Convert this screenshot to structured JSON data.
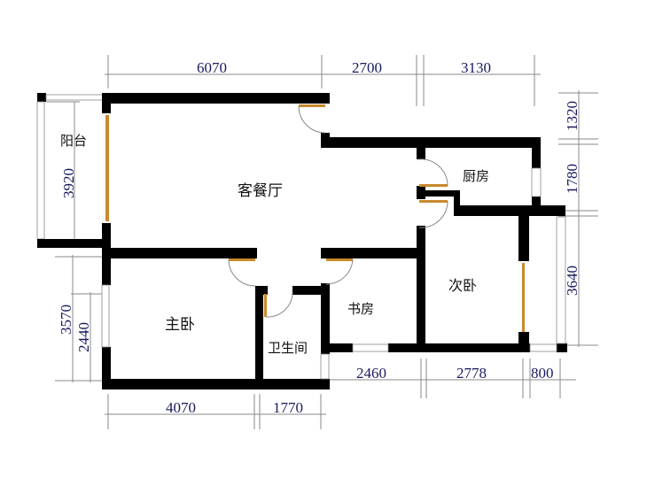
{
  "rooms": {
    "balcony": "阳台",
    "living_dining": "客餐厅",
    "kitchen": "厨房",
    "second_bedroom": "次卧",
    "study": "书房",
    "master_bedroom": "主卧",
    "bathroom": "卫生间"
  },
  "dimensions": {
    "top": [
      "6070",
      "2700",
      "3130"
    ],
    "right": [
      "1320",
      "1780",
      "3640"
    ],
    "left": [
      "3920",
      "3570",
      "2440"
    ],
    "bottom_left": [
      "4070",
      "1770"
    ],
    "bottom_right": [
      "2460",
      "2778",
      "800"
    ]
  },
  "colors": {
    "wall": "#000000",
    "door": "#c8892c",
    "dimension_text": "#1a1a5e"
  }
}
